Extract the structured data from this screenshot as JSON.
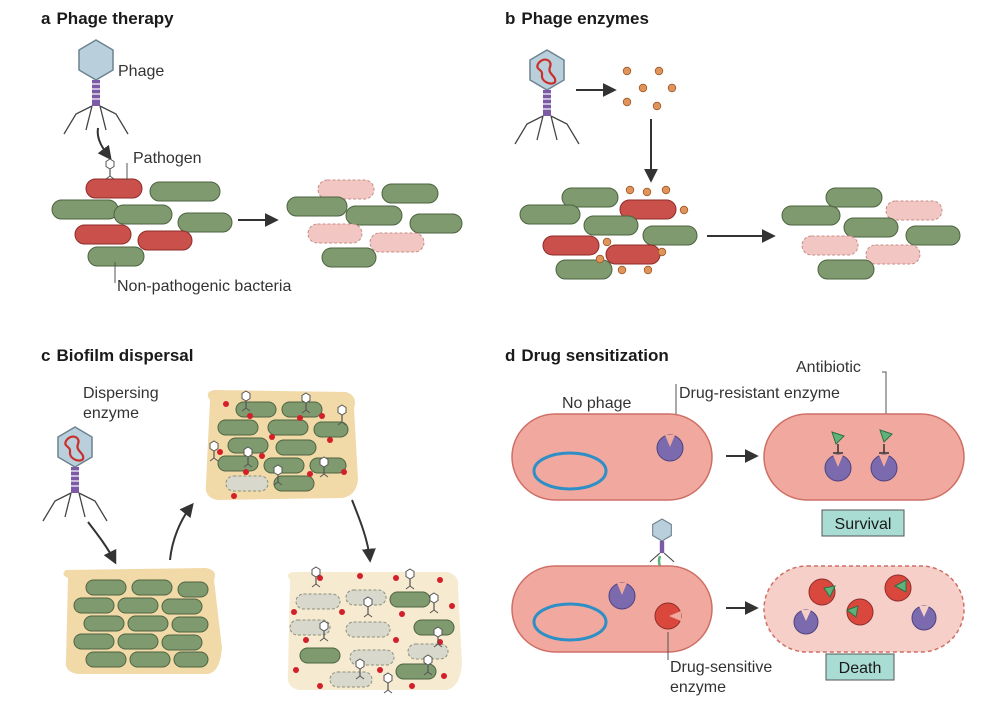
{
  "panels": {
    "a": {
      "letter": "a",
      "title": "Phage therapy",
      "labels": {
        "phage": "Phage",
        "pathogen": "Pathogen",
        "non_pathogenic": "Non-pathogenic bacteria"
      }
    },
    "b": {
      "letter": "b",
      "title": "Phage enzymes"
    },
    "c": {
      "letter": "c",
      "title": "Biofilm dispersal",
      "labels": {
        "dispersing_1": "Dispersing",
        "dispersing_2": "enzyme"
      }
    },
    "d": {
      "letter": "d",
      "title": "Drug sensitization",
      "labels": {
        "no_phage": "No phage",
        "drug_resistant": "Drug-resistant enzyme",
        "antibiotic": "Antibiotic",
        "survival": "Survival",
        "drug_sensitive_1": "Drug-sensitive",
        "drug_sensitive_2": "enzyme",
        "death": "Death"
      }
    }
  },
  "colors": {
    "green": "#7f9a6f",
    "green_dark": "#4d6440",
    "red": "#c9504b",
    "pink_faded": "#f2c6c2",
    "enzyme_dot": "#e0935a",
    "cell_fill": "#f0a89f",
    "cell_stroke": "#cf6f66",
    "plasmid": "#2e8fc7",
    "purple": "#7b6aad",
    "antibiotic": "#5fb37a",
    "box": "#a9ddd4",
    "biofilm": "#f1d9a8",
    "phage_head": "#b9d0dc",
    "phage_tail": "#7d5aa6",
    "arrow": "#333333"
  }
}
